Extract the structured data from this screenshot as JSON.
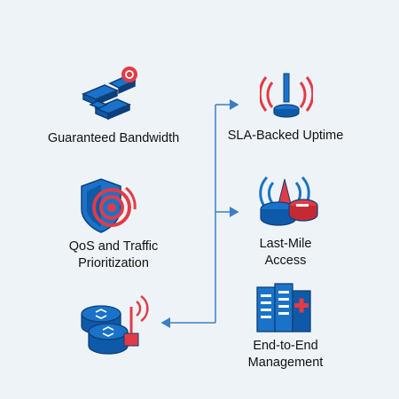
{
  "colors": {
    "background": "#eef3f7",
    "blue": "#1a73c8",
    "dark_blue": "#0e3f7a",
    "red": "#e23b45",
    "connector": "#3a7fc4"
  },
  "features": [
    {
      "id": "bandwidth",
      "icon": "server-blocks-icon",
      "lines": [
        "Guaranteed Bandwidth"
      ]
    },
    {
      "id": "qos",
      "icon": "shield-router-icon",
      "lines": [
        "QoS and Traffic",
        "Prioritization"
      ]
    },
    {
      "id": "routers",
      "icon": "router-stack-icon",
      "lines": []
    },
    {
      "id": "sla",
      "icon": "antenna-icon",
      "lines": [
        "SLA-Backed Uptime"
      ]
    },
    {
      "id": "lastmile",
      "icon": "wireless-router-icon",
      "lines": [
        "Last-Mile",
        "Access"
      ]
    },
    {
      "id": "management",
      "icon": "management-building-icon",
      "lines": [
        "End-to-End",
        "Management"
      ]
    }
  ]
}
